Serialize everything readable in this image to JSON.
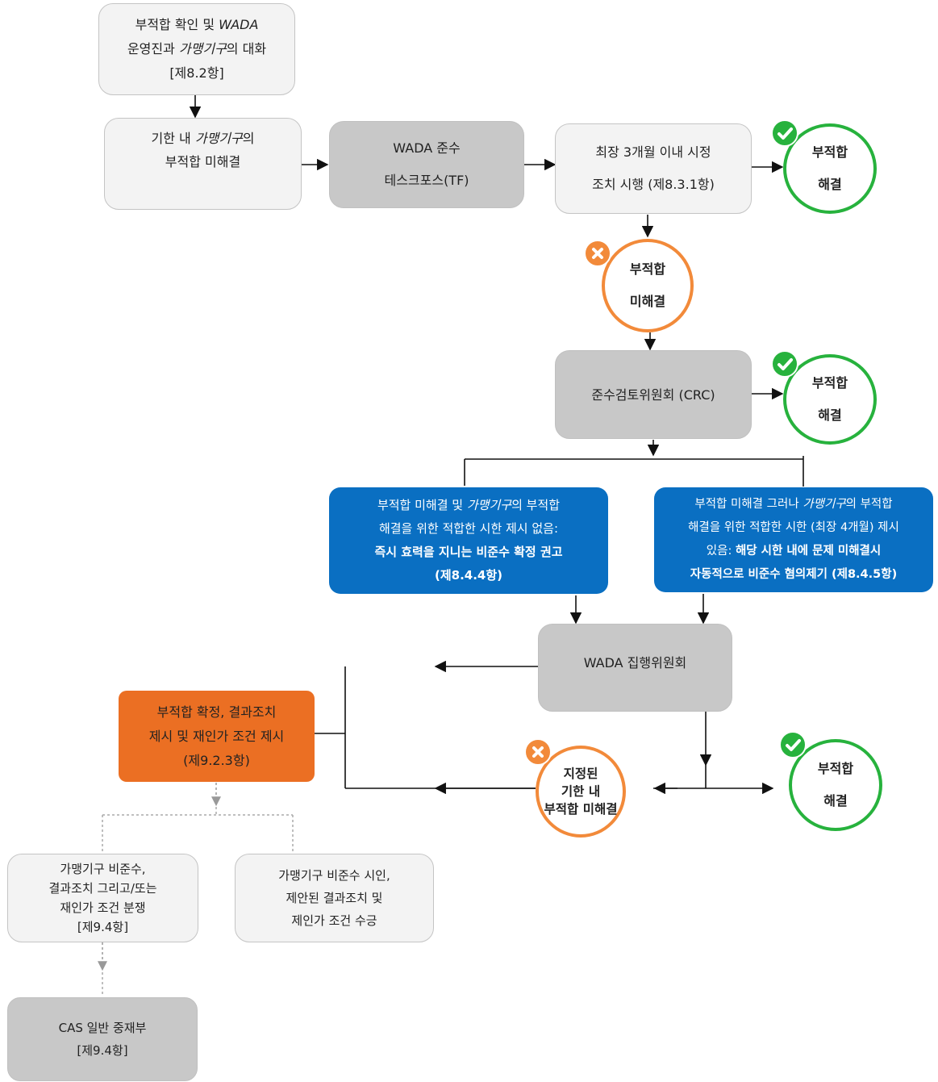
{
  "nodes": {
    "dialogue": {
      "l1_a": "부적합 확인 및 ",
      "l1_b": "WADA",
      "l2_a": "운영진과 ",
      "l2_b": "가맹기구",
      "l2_c": "의 대화",
      "l3": "[제8.2항]"
    },
    "deadline": {
      "l1_a": "기한 내 ",
      "l1_b": "가맹기구",
      "l1_c": "의",
      "l2": "부적합 미해결"
    },
    "taskforce": {
      "l1": "WADA 준수",
      "l2": "테스크포스(TF)"
    },
    "corrective": {
      "l1": "최장 3개월 이내 시정",
      "l2": "조치 시행 (제8.3.1항)"
    },
    "resolved1": {
      "l1": "부적합",
      "l2": "해결"
    },
    "unresolved1": {
      "l1": "부적합",
      "l2": "미해결"
    },
    "crc": {
      "label": "준수검토위원회 (CRC)"
    },
    "resolved2": {
      "l1": "부적합",
      "l2": "해결"
    },
    "blue_left": {
      "l1_a": "부적합 미해결 및 ",
      "l1_b": "가맹기구",
      "l1_c": "의 부적합",
      "l2": "해결을 위한 적합한 시한 제시 없음:",
      "l3": "즉시 효력을 지니는 비준수 확정 권고",
      "l4": "(제8.4.4항)"
    },
    "blue_right": {
      "l1_a": "부적합 미해결 그러나 ",
      "l1_b": "가맹기구",
      "l1_c": "의 부적합",
      "l2": "해결을 위한 적합한 시한 (최장 4개월) 제시",
      "l3_a": "있음: ",
      "l3_b": "해당 시한 내에 문제 미해결시",
      "l4": "자동적으로 비준수 혐의제기 (제8.4.5항)"
    },
    "exec": {
      "label": "WADA 집행위원회"
    },
    "confirm": {
      "l1": "부적합 확정, 결과조치",
      "l2": "제시 및 재인가 조건 제시",
      "l3": "(제9.2.3항)"
    },
    "unresolved2": {
      "l1": "지정된",
      "l2": "기한 내",
      "l3": "부적합 미해결"
    },
    "resolved3": {
      "l1": "부적합",
      "l2": "해결"
    },
    "dispute": {
      "l1": "가맹기구 비준수,",
      "l2": "결과조치 그리고/또는",
      "l3": "재인가 조건 분쟁",
      "l4": "[제9.4항]"
    },
    "accept": {
      "l1": "가맹기구 비준수 시인,",
      "l2": "제안된 결과조치 및",
      "l3": "제인가 조건 수긍"
    },
    "cas": {
      "l1": "CAS 일반 중재부",
      "l2": "[제9.4항]"
    }
  },
  "colors": {
    "blue": "#0a6fc2",
    "orange": "#eb6f23",
    "green": "#27b23d",
    "circle_orange": "#f28a3a",
    "gray": "#c8c8c8",
    "light": "#f3f3f3"
  },
  "icons": {
    "ok": "check-icon",
    "no": "x-icon"
  }
}
